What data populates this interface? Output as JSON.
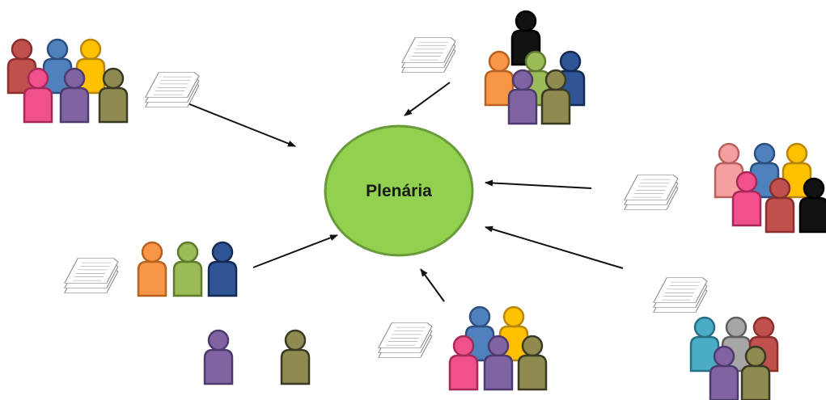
{
  "hub": {
    "label": "Plenária",
    "fill": "#92d050",
    "stroke": "#6a9a3a"
  },
  "palette": {
    "red": [
      "#c0504d",
      "#8b2f2c"
    ],
    "blue": [
      "#4f81bd",
      "#2c4f7f"
    ],
    "yellow": [
      "#ffc000",
      "#b8860b"
    ],
    "pink": [
      "#f0508c",
      "#a8285a"
    ],
    "purple": [
      "#8064a2",
      "#4e3a6e"
    ],
    "olive": [
      "#8e8a50",
      "#3a3a24"
    ],
    "black": [
      "#111111",
      "#000000"
    ],
    "orange": [
      "#f79646",
      "#b8621e"
    ],
    "green": [
      "#9bbb59",
      "#5f7a2c"
    ],
    "navy": [
      "#2f5597",
      "#152a52"
    ],
    "salmon": [
      "#f4a0a0",
      "#b86060"
    ],
    "teal": [
      "#4bacc6",
      "#276f82"
    ],
    "gray": [
      "#a6a6a6",
      "#5f5f5f"
    ]
  },
  "groups": [
    {
      "id": "top-left",
      "people": [
        "red",
        "blue",
        "yellow",
        "pink",
        "purple",
        "olive"
      ]
    },
    {
      "id": "top-center",
      "people": [
        "black",
        "orange",
        "green",
        "navy",
        "purple",
        "olive"
      ]
    },
    {
      "id": "right",
      "people": [
        "salmon",
        "blue",
        "yellow",
        "pink",
        "red",
        "black"
      ]
    },
    {
      "id": "bottom-right",
      "people": [
        "teal",
        "gray",
        "red",
        "purple",
        "olive"
      ]
    },
    {
      "id": "bottom-center",
      "people": [
        "blue",
        "yellow",
        "pink",
        "purple",
        "olive"
      ]
    },
    {
      "id": "left",
      "people": [
        "orange",
        "green",
        "navy"
      ]
    },
    {
      "id": "bottom-left-single-purple",
      "people": [
        "purple"
      ]
    },
    {
      "id": "bottom-left-single-olive",
      "people": [
        "olive"
      ]
    }
  ],
  "documents": [
    "top-left",
    "top-center",
    "right",
    "bottom-right",
    "bottom-center",
    "left"
  ],
  "arrows": [
    "top-left",
    "top-center",
    "right",
    "bottom-right",
    "bottom-center",
    "left"
  ]
}
